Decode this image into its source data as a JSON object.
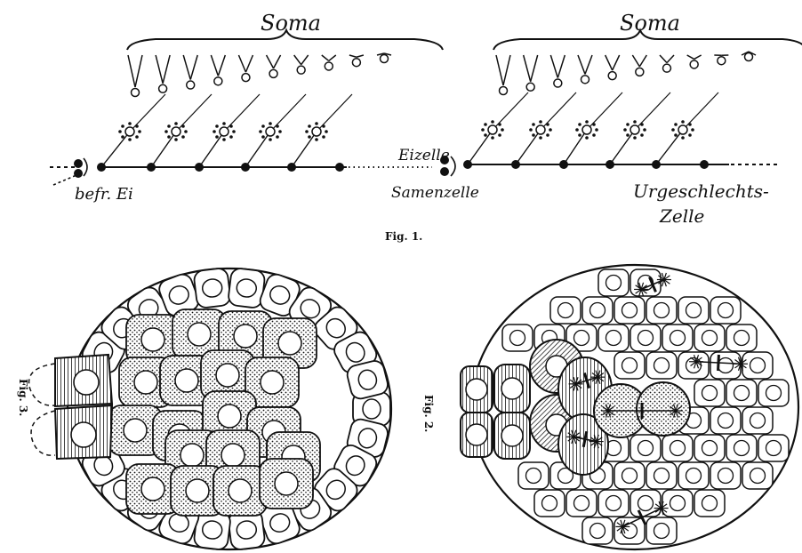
{
  "fig1": {
    "soma_left": "Soma",
    "soma_right": "Soma",
    "label_befr_ei": "befr. Ei",
    "label_eizelle": "Eizelle",
    "label_samenzelle": "Samenzelle",
    "label_urgeschlechts_1": "Urgeschlechts-",
    "label_urgeschlechts_2": "Zelle",
    "caption": "Fig. 1."
  },
  "fig2": {
    "caption": "Fig. 2."
  },
  "fig3": {
    "caption": "Fig. 3."
  }
}
